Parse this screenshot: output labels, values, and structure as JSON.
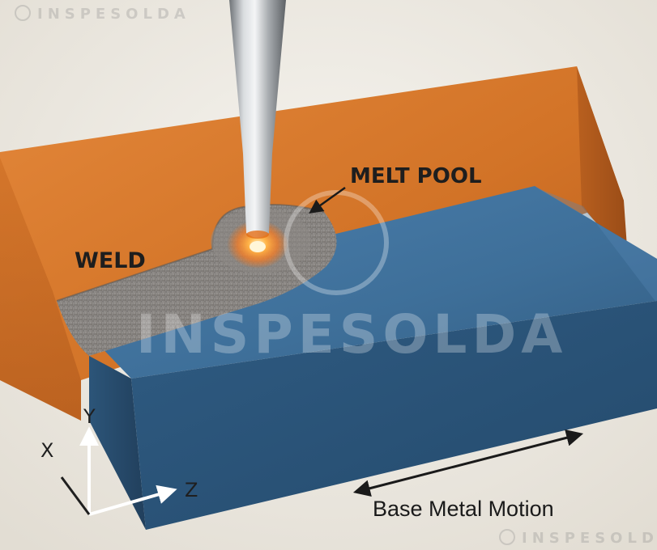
{
  "labels": {
    "melt_pool": "MELT POOL",
    "weld": "WELD",
    "motion": "Base Metal Motion"
  },
  "axes": {
    "x": "X",
    "y": "Y",
    "z": "Z"
  },
  "watermark": {
    "text": "INSPESOLDA"
  },
  "colors": {
    "background": "#efece6",
    "orange_plate": "#d9782a",
    "blue_plate": "#3d6f99",
    "weld_bead": "#8a8784",
    "electrode": "#b9bcbf",
    "melt_glow": "#ff9a2a"
  },
  "icons": {
    "electrode": "welding-electrode",
    "axes": "xyz-axes-icon",
    "motion": "double-arrow-icon"
  }
}
